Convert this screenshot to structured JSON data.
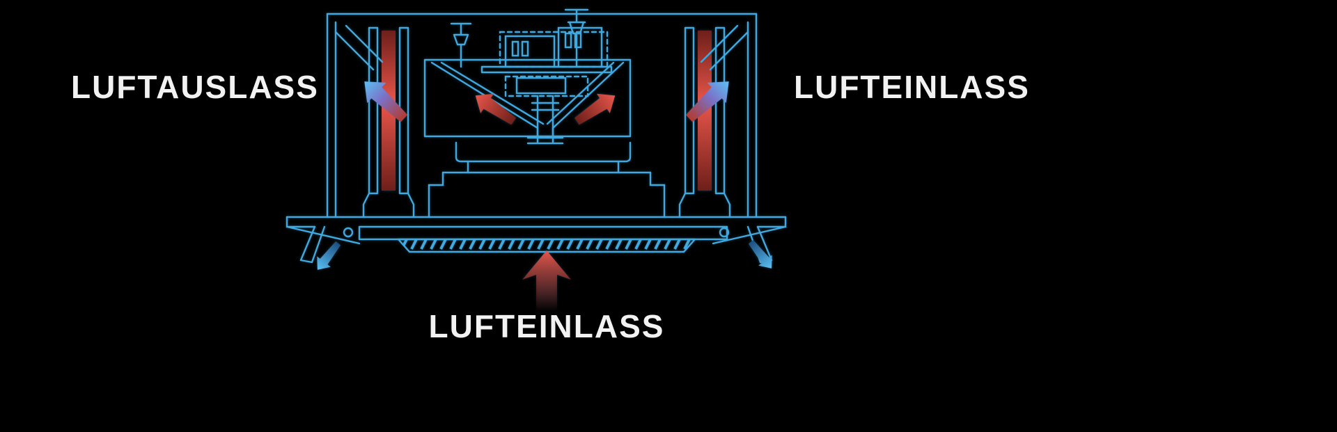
{
  "colors": {
    "bg": "#000000",
    "line": "#3fa9e0",
    "red": "#b23a30",
    "red-bright": "#e8564a",
    "blue-arrow": "#5cc0f4",
    "label": "#f2f2f2"
  },
  "labels": {
    "left": "LUFTAUSLASS",
    "right": "LUFTEINLASS",
    "bottom": "LUFTEINLASS"
  },
  "diagram": {
    "type": "airflow-cross-section",
    "arrows": [
      {
        "name": "exhaust-arrow-top-left",
        "direction": "up-left",
        "color": "red-to-blue"
      },
      {
        "name": "intake-arrow-top-right",
        "direction": "up-right",
        "color": "red-to-blue"
      },
      {
        "name": "hot-air-arrow-left",
        "direction": "up-left",
        "color": "red"
      },
      {
        "name": "hot-air-arrow-right",
        "direction": "up-right",
        "color": "red"
      },
      {
        "name": "exhaust-arrow-bottom-left",
        "direction": "down-left",
        "color": "blue"
      },
      {
        "name": "exhaust-arrow-bottom-right",
        "direction": "down-right",
        "color": "blue"
      },
      {
        "name": "intake-arrow-bottom-center",
        "direction": "up",
        "color": "red-fade"
      }
    ]
  }
}
